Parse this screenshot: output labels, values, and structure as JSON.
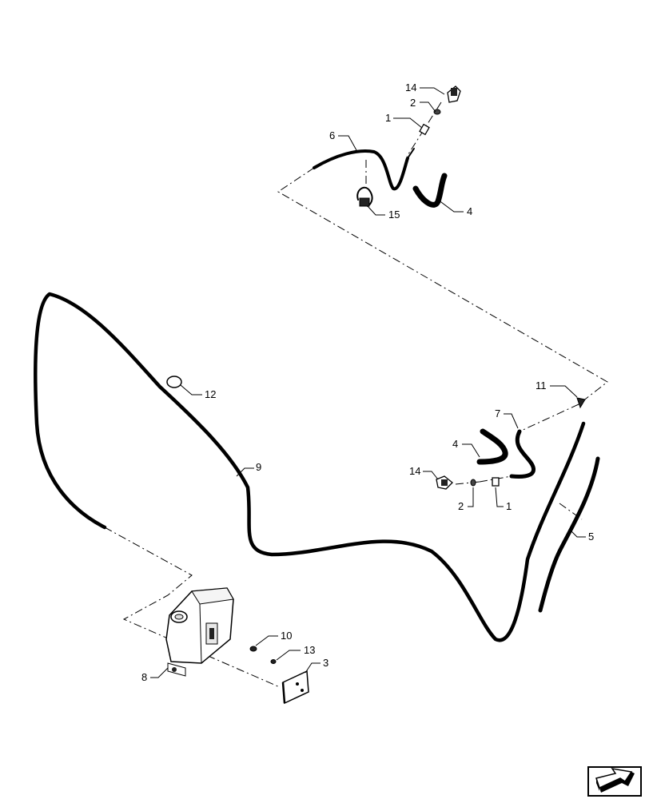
{
  "callouts": {
    "c14a": "14",
    "c2a": "2",
    "c1a": "1",
    "c6": "6",
    "c15": "15",
    "c4a": "4",
    "c12": "12",
    "c9": "9",
    "c11": "11",
    "c7": "7",
    "c4b": "4",
    "c14b": "14",
    "c2b": "2",
    "c1b": "1",
    "c5": "5",
    "c10": "10",
    "c13": "13",
    "c3": "3",
    "c8": "8"
  },
  "icons": {
    "navigation": "next-view-arrow-icon"
  }
}
